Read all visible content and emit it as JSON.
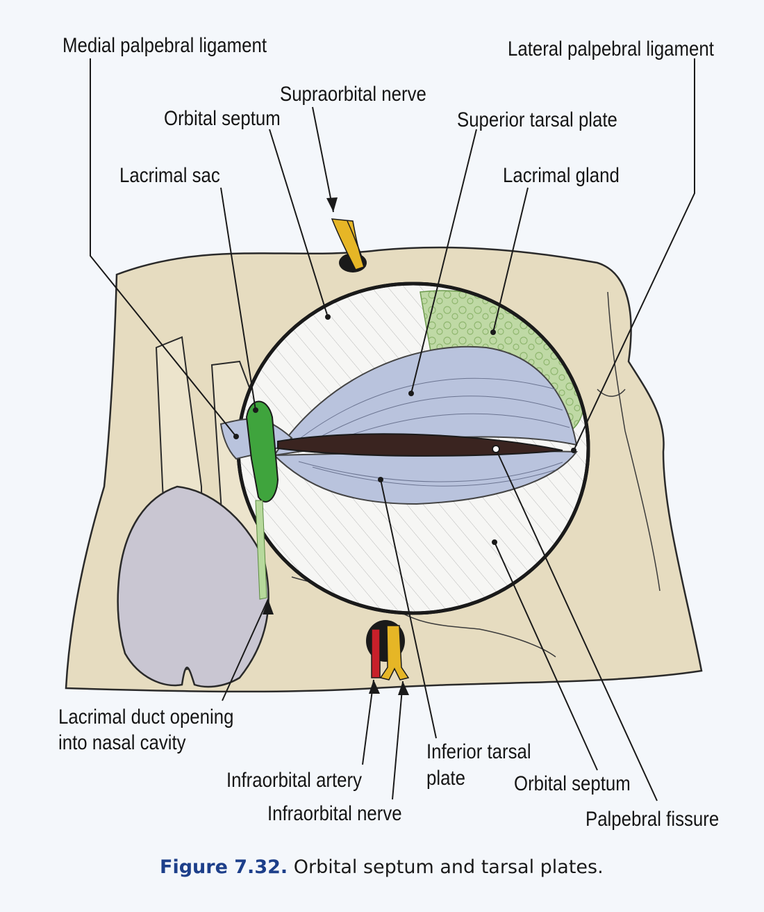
{
  "labels": {
    "medial_palpebral_ligament": "Medial palpebral ligament",
    "lateral_palpebral_ligament": "Lateral palpebral ligament",
    "supraorbital_nerve": "Supraorbital nerve",
    "orbital_septum_top": "Orbital septum",
    "superior_tarsal_plate": "Superior tarsal plate",
    "lacrimal_sac": "Lacrimal sac",
    "lacrimal_gland": "Lacrimal gland",
    "lacrimal_duct_line1": "Lacrimal duct opening",
    "lacrimal_duct_line2": "into nasal cavity",
    "inferior_tarsal_line1": "Inferior tarsal",
    "inferior_tarsal_line2": "plate",
    "orbital_septum_bottom": "Orbital septum",
    "infraorbital_artery": "Infraorbital artery",
    "infraorbital_nerve": "Infraorbital nerve",
    "palpebral_fissure": "Palpebral fissure"
  },
  "caption": {
    "figure_number": "Figure 7.32.",
    "text": " Orbital septum and tarsal plates."
  },
  "colors": {
    "bone": "#e6dcc0",
    "septum": "#f6f6f4",
    "tarsal": "#b9c3dd",
    "lacrimal_gland": "#bfd9a5",
    "lacrimal_sac": "#3fa43d",
    "nerve": "#e6b626",
    "artery": "#c8202a",
    "fissure": "#3a2420",
    "nasal": "#c9c6d2"
  }
}
